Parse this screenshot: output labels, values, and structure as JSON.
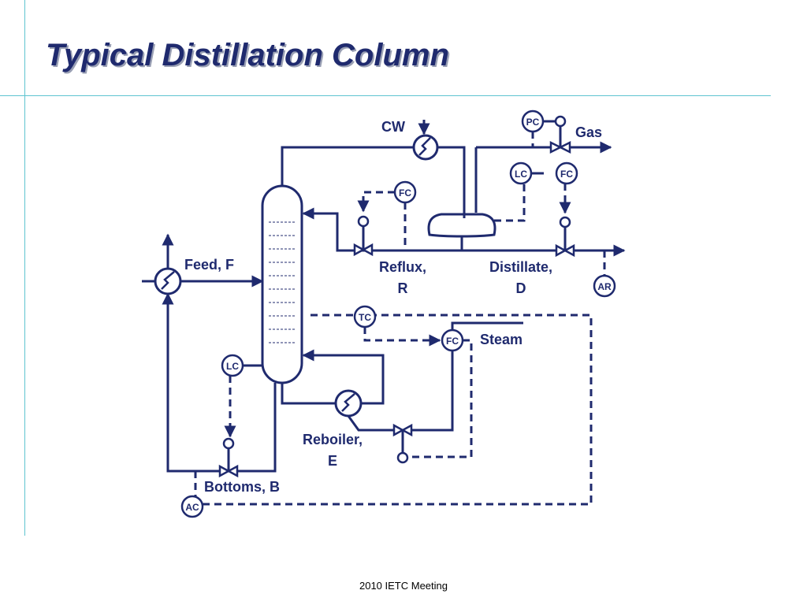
{
  "slide": {
    "title": "Typical Distillation Column",
    "footer": "2010 IETC Meeting"
  },
  "streams": {
    "cw": "CW",
    "gas": "Gas",
    "feed": "Feed, F",
    "reflux_1": "Reflux,",
    "reflux_2": "R",
    "distillate_1": "Distillate,",
    "distillate_2": "D",
    "steam": "Steam",
    "reboiler_1": "Reboiler,",
    "reboiler_2": "E",
    "bottoms": "Bottoms, B"
  },
  "instruments": {
    "pc": "PC",
    "lc_top": "LC",
    "fc_distillate": "FC",
    "fc_reflux": "FC",
    "ar": "AR",
    "tc": "TC",
    "fc_steam": "FC",
    "lc_bottom": "LC",
    "ac": "AC"
  },
  "icons": [
    "heat-exchanger-icon",
    "valve-icon",
    "arrow-icon"
  ]
}
